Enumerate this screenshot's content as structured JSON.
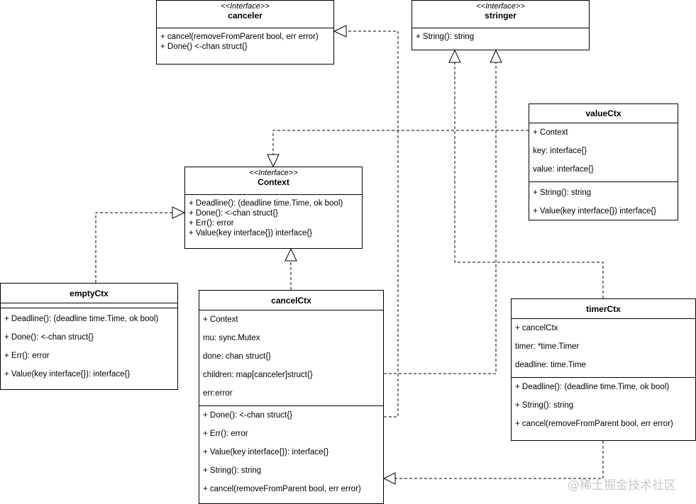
{
  "classes": {
    "canceler": {
      "stereotype": "<<Interface>>",
      "name": "canceler",
      "methods": [
        "+ cancel(removeFromParent bool, err error)",
        "+ Done() <-chan struct{}"
      ]
    },
    "stringer": {
      "stereotype": "<<Interface>>",
      "name": "stringer",
      "methods": [
        "+ String(): string"
      ]
    },
    "valueCtx": {
      "name": "valueCtx",
      "fields": [
        "+ Context",
        "key: interface{}",
        "value: interface{}"
      ],
      "methods": [
        "+ String(): string",
        "+ Value(key interface{}) interface{}"
      ]
    },
    "context": {
      "stereotype": "<<Interface>>",
      "name": "Context",
      "methods": [
        "+ Deadline(): (deadline time.Time, ok bool)",
        "+ Done(): <-chan struct{}",
        "+ Err(): error",
        "+ Value(key interface{}) interface{}"
      ]
    },
    "emptyCtx": {
      "name": "emptyCtx",
      "methods": [
        "+ Deadline(): (deadline time.Time, ok bool)",
        "+ Done(): <-chan struct{}",
        "+ Err(): error",
        "+ Value(key interface{}): interface{}"
      ]
    },
    "cancelCtx": {
      "name": "cancelCtx",
      "fields": [
        "+ Context",
        "mu: sync.Mutex",
        "done: chan struct{}",
        "children: map[canceler]struct{}",
        "err:error"
      ],
      "methods": [
        "+ Done(): <-chan struct{}",
        "+ Err(): error",
        "+ Value(key interface{}): interface{}",
        "+ String(): string",
        "+ cancel(removeFromParent bool, err error)"
      ]
    },
    "timerCtx": {
      "name": "timerCtx",
      "fields": [
        "+ cancelCtx",
        "timer: *time.Timer",
        "deadline: time.Time"
      ],
      "methods": [
        "+ Deadline(): (deadline time.Time, ok bool)",
        "+ String(): string",
        "+ cancel(removeFromParent bool, err error)"
      ]
    }
  },
  "watermark": "@稀土掘金技术社区"
}
